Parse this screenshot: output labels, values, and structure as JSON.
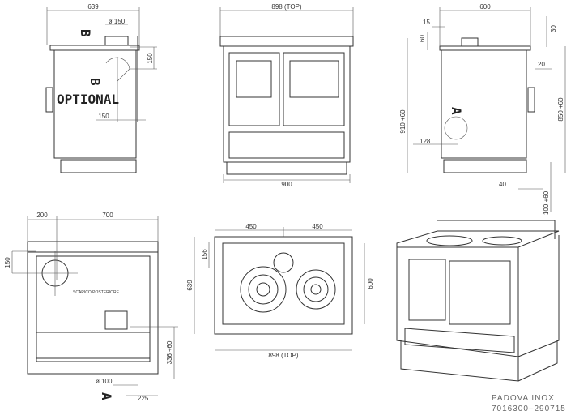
{
  "side_view_left": {
    "width": "639",
    "flue": "ø 150",
    "offset_v": "150",
    "offset_h": "150",
    "label_b_top": "B",
    "label_b": "B",
    "optional": "OPTIONAL"
  },
  "front_view": {
    "top_width": "898 (TOP)",
    "width": "900"
  },
  "side_view_right": {
    "width": "600",
    "d15": "15",
    "d60": "60",
    "height_total": "910 +60",
    "d30": "30",
    "d20": "20",
    "height_body": "850 +60",
    "d128": "128",
    "d40": "40",
    "plinth": "100 +60",
    "label_a": "A"
  },
  "rear_view": {
    "w200": "200",
    "w700": "700",
    "d150": "150",
    "note": "SCARICO POSTERIORE",
    "outlet_height": "336 ÷60",
    "outlet_dia": "ø 100",
    "label_a": "A",
    "d225": "225"
  },
  "top_view": {
    "w450a": "450",
    "w450b": "450",
    "d156": "156",
    "depth": "639",
    "d600": "600",
    "top_width": "898 (TOP)"
  },
  "caption": {
    "model": "PADOVA INOX",
    "code": "7016300–290715"
  }
}
